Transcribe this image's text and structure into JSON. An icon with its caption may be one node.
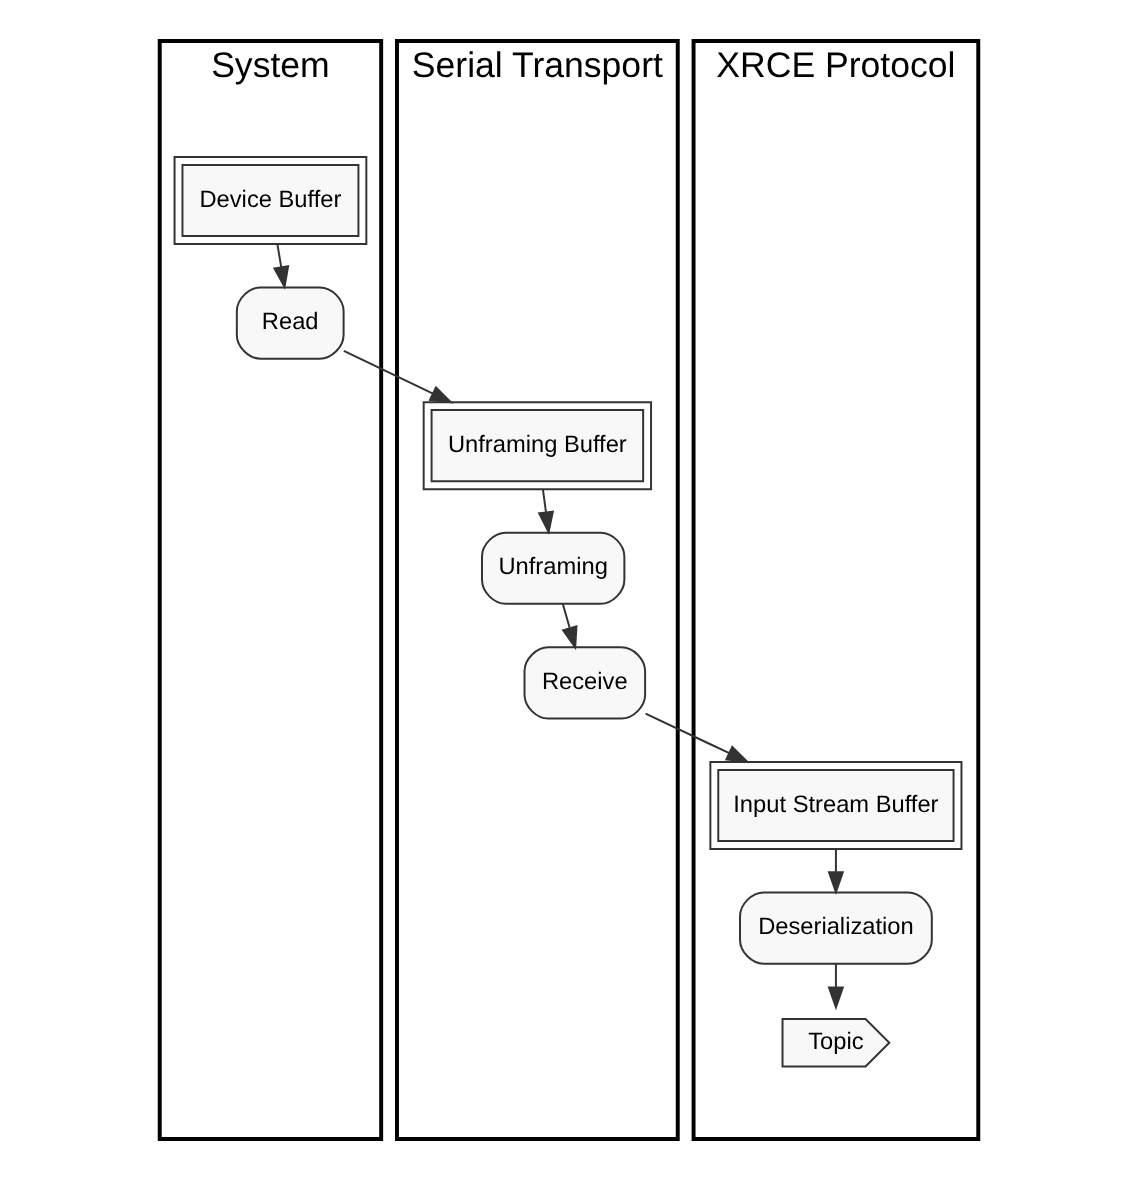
{
  "diagram": {
    "nodes": [
      {
        "text": [
          "System"
        ]
      },
      {
        "text": [
          "Device Buffer"
        ],
        "in": 0
      },
      {
        "text": [
          "Read"
        ],
        "in": 0
      },
      {
        "text": [
          "Serial Transport"
        ]
      },
      {
        "text": [
          "Unframing Buffer"
        ],
        "in": 3
      },
      {
        "text": [
          "Unframing"
        ],
        "in": 3
      },
      {
        "text": [
          "Receive"
        ],
        "in": 3
      },
      {
        "text": [
          "XRCE Protocol"
        ]
      },
      {
        "text": [
          "Input Stream Buffer"
        ],
        "in": 7
      },
      {
        "text": [
          "Deserialization"
        ],
        "in": 7
      },
      {
        "text": [
          "Topic"
        ],
        "in": 7
      }
    ],
    "edges": [
      {
        "from": 1,
        "to": 2,
        "arrow": "to"
      },
      {
        "from": 2,
        "to": 4,
        "arrow": "to"
      },
      {
        "from": 4,
        "to": 5,
        "arrow": "to"
      },
      {
        "from": 5,
        "to": 6,
        "arrow": "to"
      },
      {
        "from": 6,
        "to": 8,
        "arrow": "to"
      },
      {
        "from": 8,
        "to": 9,
        "arrow": "to"
      },
      {
        "from": 9,
        "to": 10,
        "arrow": "to"
      }
    ]
  }
}
